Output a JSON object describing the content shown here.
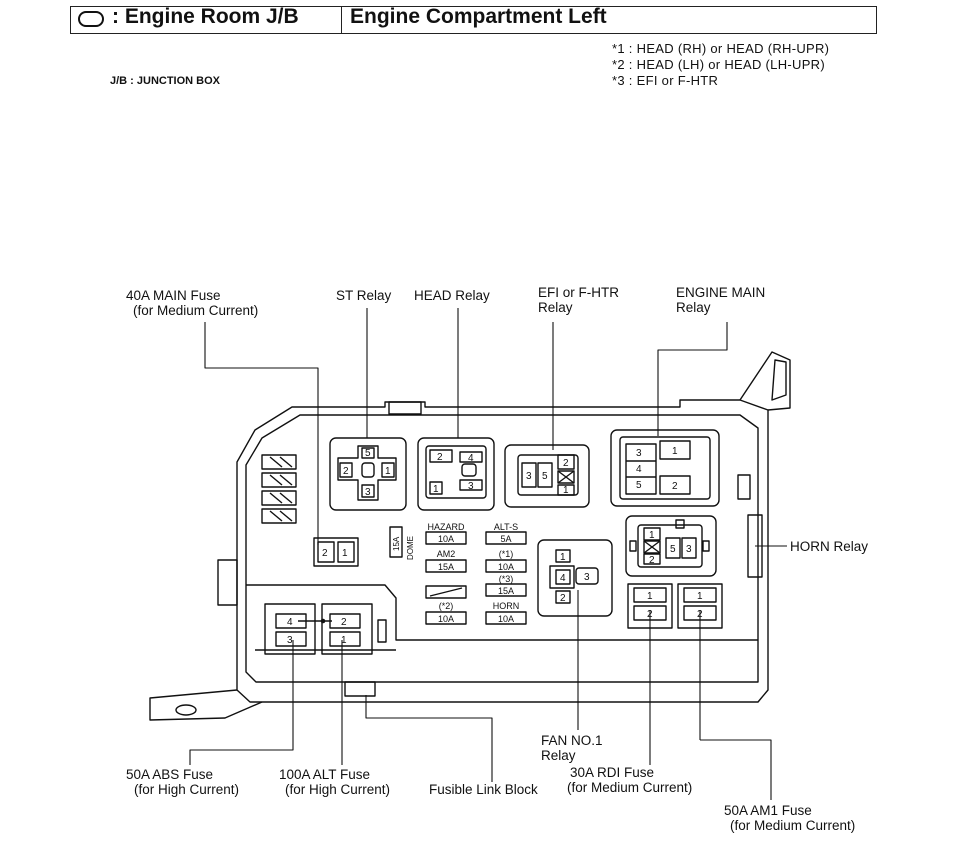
{
  "title": {
    "symbol_suffix": ": Engine Room J/B",
    "right": "Engine Compartment Left"
  },
  "jb_note": "J/B : JUNCTION BOX",
  "notes": [
    "*1 : HEAD (RH) or HEAD (RH-UPR)",
    "*2 : HEAD (LH) or HEAD (LH-UPR)",
    "*3 : EFI or F-HTR"
  ],
  "callouts": {
    "main_fuse_40a": [
      "40A MAIN Fuse",
      "(for Medium Current)"
    ],
    "st_relay": [
      "ST Relay"
    ],
    "head_relay": [
      "HEAD Relay"
    ],
    "efi_relay": [
      "EFI or F-HTR",
      "Relay"
    ],
    "engine_main_relay": [
      "ENGINE MAIN",
      "Relay"
    ],
    "horn_relay": [
      "HORN Relay"
    ],
    "abs_fuse_50a": [
      "50A ABS Fuse",
      "(for High Current)"
    ],
    "alt_fuse_100a": [
      "100A ALT Fuse",
      "(for High Current)"
    ],
    "fusible_link_block": [
      "Fusible Link Block"
    ],
    "fan_relay": [
      "FAN NO.1",
      "Relay"
    ],
    "rdi_fuse_30a": [
      "30A RDI Fuse",
      "(for Medium Current)"
    ],
    "am1_fuse_50a": [
      "50A AM1 Fuse",
      "(for Medium Current)"
    ]
  },
  "fuses": {
    "hazard": {
      "name": "HAZARD",
      "rating": "10A"
    },
    "alt_s": {
      "name": "ALT-S",
      "rating": "5A"
    },
    "am2": {
      "name": "AM2",
      "rating": "15A"
    },
    "star1": {
      "name": "(*1)",
      "rating": "10A"
    },
    "star3": {
      "name": "(*3)",
      "rating": "15A"
    },
    "star2": {
      "name": "(*2)",
      "rating": "10A"
    },
    "horn": {
      "name": "HORN",
      "rating": "10A"
    },
    "dome": {
      "name": "DOME",
      "rating": "15A"
    }
  },
  "pins": {
    "st": [
      "5",
      "2",
      "1",
      "3"
    ],
    "head": [
      "2",
      "4",
      "1",
      "3"
    ],
    "efi": [
      "3",
      "5",
      "2",
      "1"
    ],
    "engine_main": [
      "3",
      "1",
      "4",
      "5",
      "2"
    ],
    "horn": [
      "1",
      "2",
      "5",
      "3"
    ],
    "fan": [
      "1",
      "4",
      "3",
      "2"
    ],
    "main_40a": [
      "2",
      "1"
    ],
    "abs": [
      "4",
      "3"
    ],
    "alt": [
      "2",
      "1"
    ],
    "rdi": [
      "1",
      "2"
    ],
    "am1": [
      "1",
      "2"
    ]
  }
}
